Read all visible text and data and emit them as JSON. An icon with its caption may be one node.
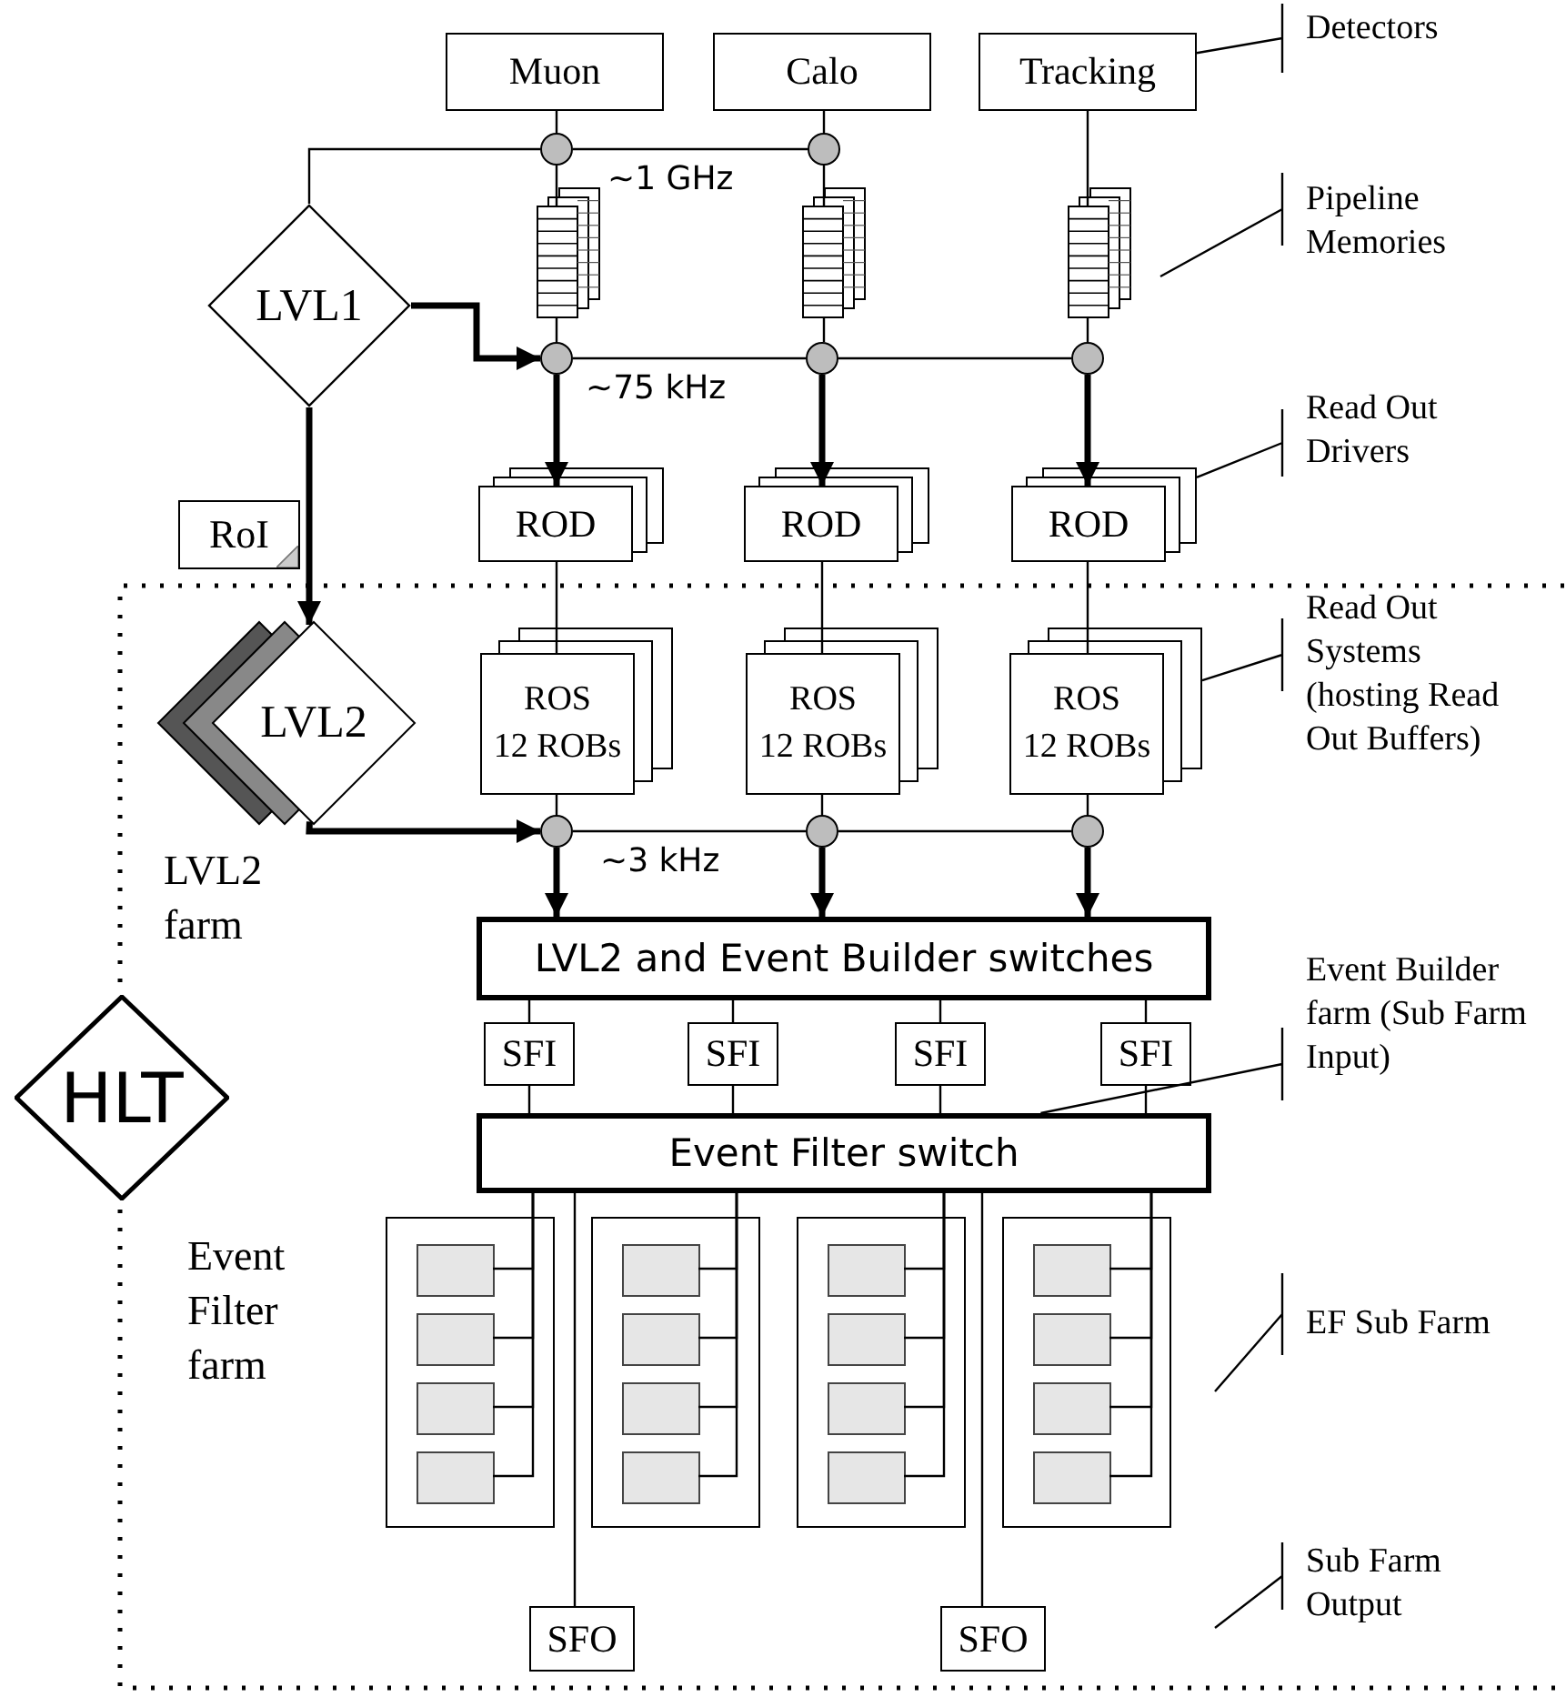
{
  "diagram": {
    "nodes": [
      {
        "text": [
          "Muon"
        ]
      },
      {
        "text": [
          "Calo"
        ]
      },
      {
        "text": [
          "Tracking"
        ]
      },
      {
        "text": [
          "LVL1"
        ]
      },
      {
        "text": [],
        "shape": "picture"
      },
      {
        "text": [],
        "shape": "picture"
      },
      {
        "text": [],
        "shape": "picture"
      },
      {
        "text": [],
        "shape": "circle"
      },
      {
        "text": [],
        "shape": "circle"
      },
      {
        "text": [],
        "shape": "circle"
      },
      {
        "text": [],
        "shape": "circle"
      },
      {
        "text": [],
        "shape": "circle"
      },
      {
        "text": [
          "ROD"
        ]
      },
      {
        "text": [
          "ROD"
        ]
      },
      {
        "text": [
          "ROD"
        ]
      },
      {
        "text": [
          "RoI"
        ]
      },
      {
        "text": [
          "LVL2"
        ],
        "beside": [
          "LVL2 farm"
        ]
      },
      {
        "text": [
          "ROS",
          "12 ROBs"
        ]
      },
      {
        "text": [
          "ROS",
          "12 ROBs"
        ]
      },
      {
        "text": [
          "ROS",
          "12 ROBs"
        ]
      },
      {
        "text": [],
        "shape": "circle"
      },
      {
        "text": [],
        "shape": "circle"
      },
      {
        "text": [],
        "shape": "circle"
      },
      {
        "text": [
          "LVL2 and Event Builder switches"
        ]
      },
      {
        "text": [
          "SFI"
        ]
      },
      {
        "text": [
          "SFI"
        ]
      },
      {
        "text": [
          "SFI"
        ]
      },
      {
        "text": [
          "SFI"
        ]
      },
      {
        "text": [
          "Event Filter switch"
        ]
      },
      {
        "text": [],
        "shape": "box"
      },
      {
        "text": [],
        "shape": "box",
        "in": 29
      },
      {
        "text": [],
        "shape": "box",
        "in": 29
      },
      {
        "text": [],
        "shape": "box",
        "in": 29
      },
      {
        "text": [],
        "shape": "box",
        "in": 29
      },
      {
        "text": [],
        "shape": "box"
      },
      {
        "text": [],
        "shape": "box",
        "in": 34
      },
      {
        "text": [],
        "shape": "box",
        "in": 34
      },
      {
        "text": [],
        "shape": "box",
        "in": 34
      },
      {
        "text": [],
        "shape": "box",
        "in": 34
      },
      {
        "text": [],
        "shape": "box"
      },
      {
        "text": [],
        "shape": "box",
        "in": 39
      },
      {
        "text": [],
        "shape": "box",
        "in": 39
      },
      {
        "text": [],
        "shape": "box",
        "in": 39
      },
      {
        "text": [],
        "shape": "box",
        "in": 39
      },
      {
        "text": [],
        "shape": "box"
      },
      {
        "text": [],
        "shape": "box",
        "in": 44
      },
      {
        "text": [],
        "shape": "box",
        "in": 44
      },
      {
        "text": [],
        "shape": "box",
        "in": 44
      },
      {
        "text": [],
        "shape": "box",
        "in": 44
      },
      {
        "text": [
          "SFO"
        ]
      },
      {
        "text": [
          "SFO"
        ]
      },
      {
        "text": [
          "HLT"
        ]
      },
      {
        "text": [
          "Detectors"
        ]
      },
      {
        "text": [
          "Pipeline Memories"
        ]
      },
      {
        "text": [
          "Read Out Drivers"
        ]
      },
      {
        "text": [
          "Read Out Systems (hosting Read Out Buffers)"
        ]
      },
      {
        "text": [
          "Event Builder farm (Sub Farm Input)"
        ]
      },
      {
        "text": [
          "EF Sub Farm"
        ]
      },
      {
        "text": [
          "Sub Farm Output"
        ]
      }
    ],
    "edges": [
      {
        "from": 0,
        "to": 7,
        "arrow": "none"
      },
      {
        "from": 7,
        "to": 4,
        "arrow": "none"
      },
      {
        "from": 4,
        "to": 9,
        "arrow": "none"
      },
      {
        "from": 1,
        "to": 8,
        "arrow": "none"
      },
      {
        "from": 8,
        "to": 5,
        "arrow": "none"
      },
      {
        "from": 5,
        "to": 10,
        "arrow": "none"
      },
      {
        "from": 2,
        "to": 6,
        "arrow": "none"
      },
      {
        "from": 6,
        "to": 11,
        "arrow": "none"
      },
      {
        "from": 3,
        "to": 7,
        "arrow": "none"
      },
      {
        "from": 7,
        "to": 8,
        "arrow": "none"
      },
      {
        "from": 3,
        "to": 9,
        "arrow": "to",
        "style": "thick"
      },
      {
        "from": 9,
        "to": 10,
        "arrow": "none"
      },
      {
        "from": 10,
        "to": 11,
        "arrow": "none"
      },
      {
        "from": 9,
        "to": 12,
        "arrow": "to",
        "style": "thick"
      },
      {
        "from": 10,
        "to": 13,
        "arrow": "to",
        "style": "thick"
      },
      {
        "from": 11,
        "to": 14,
        "arrow": "to",
        "style": "thick"
      },
      {
        "from": 3,
        "to": 16,
        "arrow": "to",
        "style": "thick"
      },
      {
        "from": 12,
        "to": 17,
        "arrow": "none"
      },
      {
        "from": 13,
        "to": 18,
        "arrow": "none"
      },
      {
        "from": 14,
        "to": 19,
        "arrow": "none"
      },
      {
        "from": 17,
        "to": 20,
        "arrow": "none"
      },
      {
        "from": 18,
        "to": 21,
        "arrow": "none"
      },
      {
        "from": 19,
        "to": 22,
        "arrow": "none"
      },
      {
        "from": 16,
        "to": 20,
        "arrow": "to",
        "style": "thick"
      },
      {
        "from": 20,
        "to": 21,
        "arrow": "none"
      },
      {
        "from": 21,
        "to": 22,
        "arrow": "none"
      },
      {
        "from": 20,
        "to": 23,
        "arrow": "to",
        "style": "thick"
      },
      {
        "from": 21,
        "to": 23,
        "arrow": "to",
        "style": "thick"
      },
      {
        "from": 22,
        "to": 23,
        "arrow": "to",
        "style": "thick"
      },
      {
        "from": 23,
        "to": 24,
        "arrow": "none"
      },
      {
        "from": 23,
        "to": 25,
        "arrow": "none"
      },
      {
        "from": 23,
        "to": 26,
        "arrow": "none"
      },
      {
        "from": 23,
        "to": 27,
        "arrow": "none"
      },
      {
        "from": 24,
        "to": 28,
        "arrow": "none"
      },
      {
        "from": 25,
        "to": 28,
        "arrow": "none"
      },
      {
        "from": 26,
        "to": 28,
        "arrow": "none"
      },
      {
        "from": 27,
        "to": 28,
        "arrow": "none"
      },
      {
        "from": 28,
        "to": 30,
        "arrow": "none"
      },
      {
        "from": 28,
        "to": 31,
        "arrow": "none"
      },
      {
        "from": 28,
        "to": 32,
        "arrow": "none"
      },
      {
        "from": 28,
        "to": 33,
        "arrow": "none"
      },
      {
        "from": 28,
        "to": 35,
        "arrow": "none"
      },
      {
        "from": 28,
        "to": 36,
        "arrow": "none"
      },
      {
        "from": 28,
        "to": 37,
        "arrow": "none"
      },
      {
        "from": 28,
        "to": 38,
        "arrow": "none"
      },
      {
        "from": 28,
        "to": 40,
        "arrow": "none"
      },
      {
        "from": 28,
        "to": 41,
        "arrow": "none"
      },
      {
        "from": 28,
        "to": 42,
        "arrow": "none"
      },
      {
        "from": 28,
        "to": 43,
        "arrow": "none"
      },
      {
        "from": 28,
        "to": 45,
        "arrow": "none"
      },
      {
        "from": 28,
        "to": 46,
        "arrow": "none"
      },
      {
        "from": 28,
        "to": 47,
        "arrow": "none"
      },
      {
        "from": 28,
        "to": 48,
        "arrow": "none"
      },
      {
        "from": 28,
        "to": 49,
        "arrow": "none"
      },
      {
        "from": 28,
        "to": 50,
        "arrow": "none"
      },
      {
        "from": 52,
        "to": 2,
        "arrow": "none"
      },
      {
        "from": 53,
        "to": null,
        "arrow": "none"
      },
      {
        "from": 54,
        "to": 14,
        "arrow": "none"
      },
      {
        "from": 55,
        "to": 19,
        "arrow": "none"
      },
      {
        "from": 56,
        "to": 28,
        "arrow": "none"
      },
      {
        "from": 57,
        "to": null,
        "arrow": "none"
      },
      {
        "from": 58,
        "to": null,
        "arrow": "none"
      }
    ],
    "labels": [
      "~1 GHz",
      "~75 kHz",
      "~3 kHz",
      "Event Filter farm"
    ]
  }
}
